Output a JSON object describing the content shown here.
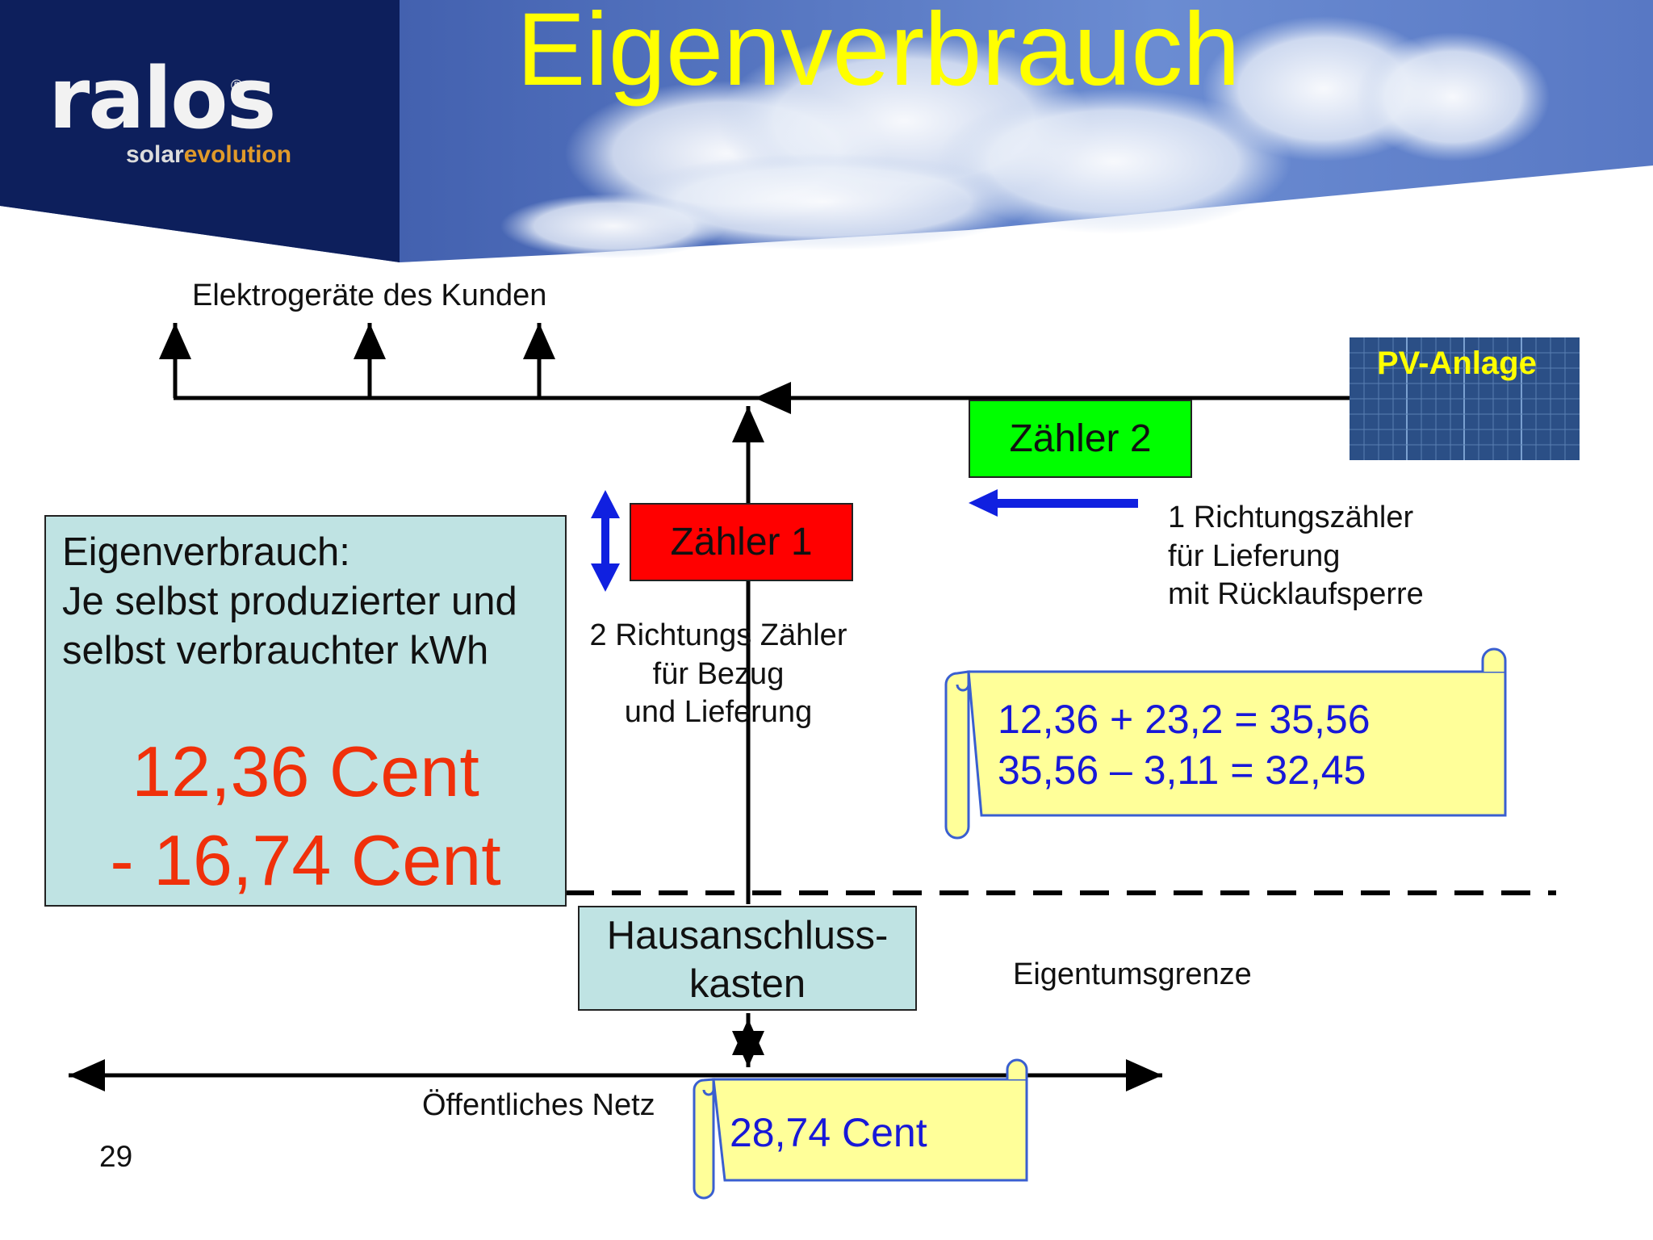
{
  "header": {
    "title": "Eigenverbrauch",
    "logo": {
      "name": "ralos",
      "registered": "®",
      "tagline_a": "solar",
      "tagline_b": "evolution"
    }
  },
  "labels": {
    "devices": "Elektrogeräte des Kunden",
    "pv": "PV-Anlage",
    "meter1": "Zähler 1",
    "meter2": "Zähler 2",
    "meter1_desc": [
      "2 Richtungs Zähler",
      "für Bezug",
      "und Lieferung"
    ],
    "meter2_desc": [
      "1 Richtungszähler",
      "für Lieferung",
      "mit Rücklaufsperre"
    ],
    "connection_box": [
      "Hausanschluss-",
      "kasten"
    ],
    "property_line": "Eigentumsgrenze",
    "grid": "Öffentliches Netz",
    "page_number": "29"
  },
  "info_box": {
    "lines": [
      "Eigenverbrauch:",
      "Je selbst produzierter und",
      "selbst verbrauchter kWh"
    ],
    "value1": "12,36 Cent",
    "value2": "- 16,74 Cent"
  },
  "calc_scroll": {
    "lines": [
      "12,36 + 23,2 = 35,56",
      "35,56 – 3,11 = 32,45"
    ]
  },
  "grid_scroll": {
    "text": "28,74 Cent"
  },
  "colors": {
    "meter1": "#ff0000",
    "meter2": "#00ff00",
    "info_box": "#bfe3e3",
    "scroll": "#ffff99",
    "scroll_text": "#1818d8",
    "red_value": "#f0300a",
    "title": "#ffff00",
    "arrow_blue": "#1020e0"
  }
}
